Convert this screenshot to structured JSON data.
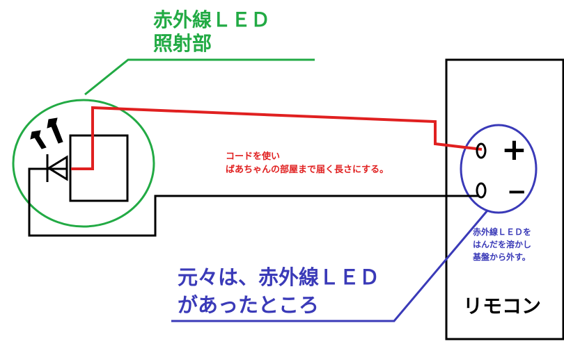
{
  "colors": {
    "green": "#22aa44",
    "red": "#e02020",
    "blue": "#3a3ab8",
    "black": "#000000"
  },
  "labels": {
    "ir_led_title_line1": "赤外線ＬＥＤ",
    "ir_led_title_line2": "照射部",
    "cord_note_line1": "コードを使い",
    "cord_note_line2": "ばあちゃんの部屋まで届く長さにする。",
    "remote_note_line1": "赤外線ＬＥＤを",
    "remote_note_line2": "はんだを溶かし",
    "remote_note_line3": "基盤から外す。",
    "origin_line1": "元々は、赤外線ＬＥＤ",
    "origin_line2": "があったところ",
    "remote_label": "リモコン",
    "plus_sign": "+",
    "minus_sign": "−"
  },
  "icons": [
    "led-diode-icon",
    "light-emission-arrows-icon",
    "terminal-icon"
  ]
}
